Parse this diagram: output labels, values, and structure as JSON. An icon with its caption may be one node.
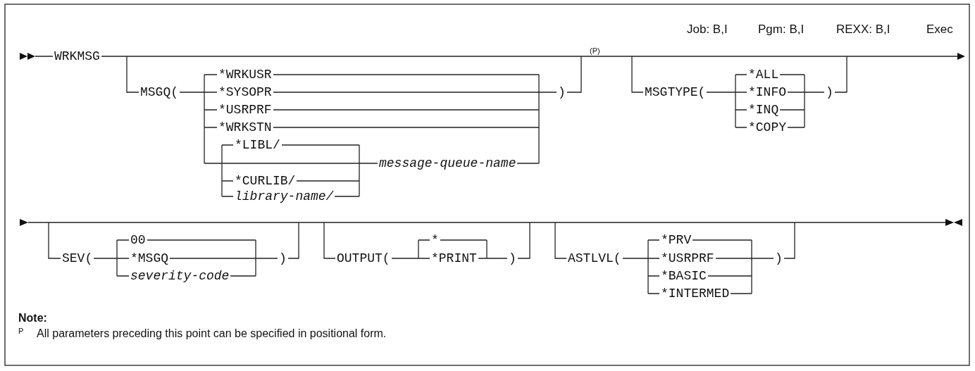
{
  "diagram": {
    "labels": [
      "Job: B,I",
      "Pgm: B,I",
      "REXX: B,I",
      "Exec",
      "WRKMSG",
      "(P)",
      "MSGQ(",
      "*WRKUSR",
      "*SYSOPR",
      ")",
      "MSGTYPE(",
      "*ALL",
      "*INFO",
      ")",
      "*USRPRF",
      "*INQ",
      "*WRKSTN",
      "*COPY",
      "*LIBL/",
      "message-queue-name",
      "*CURLIB/",
      "library-name/",
      "00",
      "*",
      "*PRV",
      "SEV(",
      "*MSGQ",
      ")",
      "OUTPUT(",
      "*PRINT",
      ")",
      "ASTLVL(",
      "*USRPRF",
      ")",
      "severity-code",
      "*BASIC",
      "*INTERMED",
      "Note:",
      "P",
      "All parameters preceding this point can be specified in positional form."
    ]
  }
}
